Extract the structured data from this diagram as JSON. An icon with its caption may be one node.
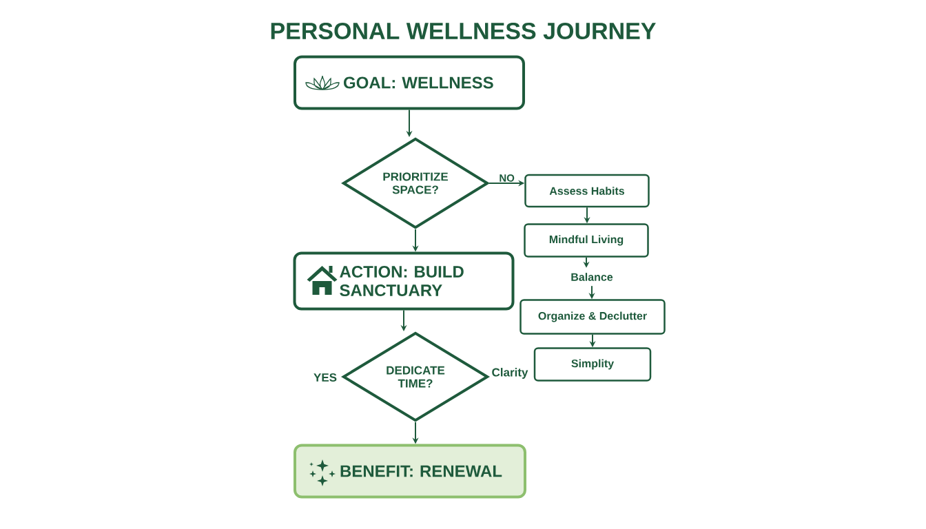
{
  "diagram": {
    "title": "PERSONAL WELLNESS JOURNEY",
    "nodes": [
      {
        "text": [
          "GOAL: WELLNESS"
        ]
      },
      {
        "text": [
          "PRIORITIZE SPACE?"
        ]
      },
      {
        "text": [
          "Assess Habits"
        ]
      },
      {
        "text": [
          "Mindful Living"
        ]
      },
      {
        "text": [
          "ACTION: BUILD SANCTUARY"
        ]
      },
      {
        "text": [
          "Balance"
        ]
      },
      {
        "text": [
          "DEDICATE TIME?"
        ]
      },
      {
        "text": [
          "Organize & Declutter"
        ]
      },
      {
        "text": [
          "Simplity"
        ]
      },
      {
        "text": [
          "BENEFIT: RENEWAL"
        ]
      }
    ],
    "edges": [
      {
        "from": 0,
        "to": 1,
        "arrow": "to"
      },
      {
        "from": 1,
        "to": 2,
        "arrow": "to",
        "label": "NO"
      },
      {
        "from": 1,
        "to": 4,
        "arrow": "to"
      },
      {
        "from": 2,
        "to": 3,
        "arrow": "to"
      },
      {
        "from": 3,
        "to": 5,
        "arrow": "to"
      },
      {
        "from": 5,
        "to": 7,
        "arrow": "to"
      },
      {
        "from": 7,
        "to": 8,
        "arrow": "to"
      },
      {
        "from": 4,
        "to": 6,
        "arrow": "to"
      },
      {
        "from": 6,
        "to": 9,
        "arrow": "to"
      }
    ],
    "labels": [
      "YES",
      "Clarity"
    ]
  }
}
